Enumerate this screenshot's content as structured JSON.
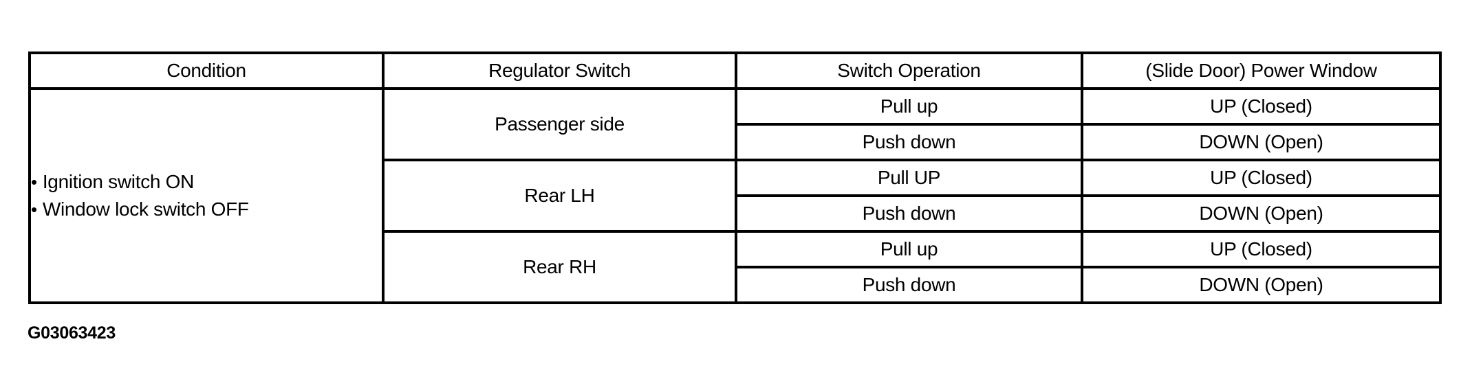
{
  "table": {
    "bullet": "•",
    "headers": {
      "condition": "Condition",
      "regulator_switch": "Regulator Switch",
      "switch_operation": "Switch Operation",
      "power_window": "(Slide Door) Power Window"
    },
    "condition_items": [
      "Ignition switch ON",
      "Window lock switch OFF"
    ],
    "groups": [
      {
        "regulator_switch": "Passenger side",
        "rows": [
          {
            "operation": "Pull up",
            "result": "UP (Closed)"
          },
          {
            "operation": "Push down",
            "result": "DOWN (Open)"
          }
        ]
      },
      {
        "regulator_switch": "Rear LH",
        "rows": [
          {
            "operation": "Pull UP",
            "result": "UP (Closed)"
          },
          {
            "operation": "Push down",
            "result": "DOWN (Open)"
          }
        ]
      },
      {
        "regulator_switch": "Rear RH",
        "rows": [
          {
            "operation": "Pull up",
            "result": "UP (Closed)"
          },
          {
            "operation": "Push down",
            "result": "DOWN (Open)"
          }
        ]
      }
    ]
  },
  "figure_id": "G03063423",
  "colors": {
    "border": "#000000",
    "background": "#ffffff",
    "text": "#000000"
  }
}
